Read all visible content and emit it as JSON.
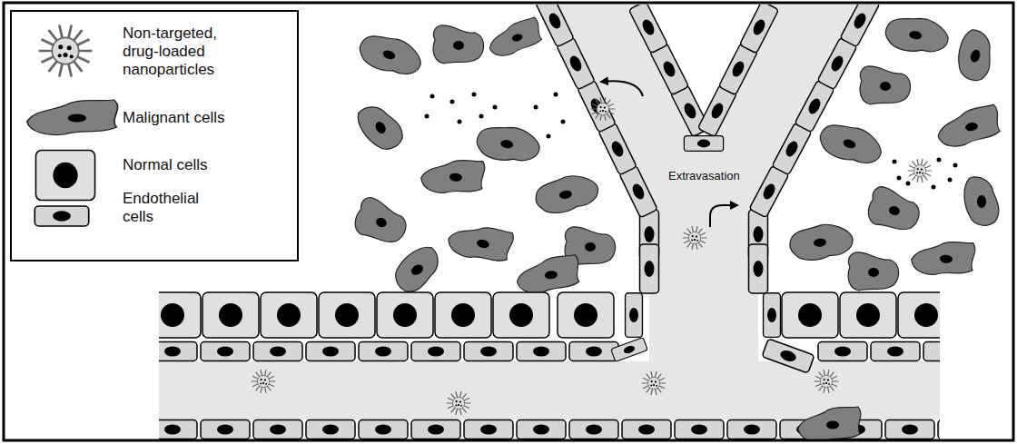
{
  "diagram": {
    "labels": [
      "Extravasation"
    ],
    "legend": [
      {
        "text": "Non-targeted, drug-loaded nanoparticles"
      },
      {
        "text": "Malignant cells"
      },
      {
        "text": "Normal cells"
      },
      {
        "text": "Endothelial cells"
      }
    ]
  }
}
